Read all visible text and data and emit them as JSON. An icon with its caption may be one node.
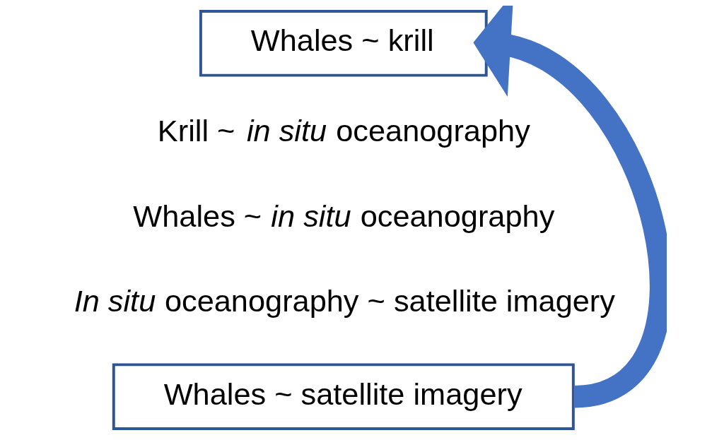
{
  "diagram": {
    "nodes": [
      {
        "text": [
          "Whales ~ krill"
        ]
      },
      {
        "text": [
          "Whales ~ satellite imagery"
        ]
      }
    ],
    "edges": [
      {
        "from": 1,
        "to": 0,
        "arrow": "to"
      }
    ],
    "labels": [
      "Krill ~ *in situ* oceanography",
      "Whales ~ *in situ* oceanography",
      "*In situ* oceanography ~ satellite imagery"
    ]
  }
}
